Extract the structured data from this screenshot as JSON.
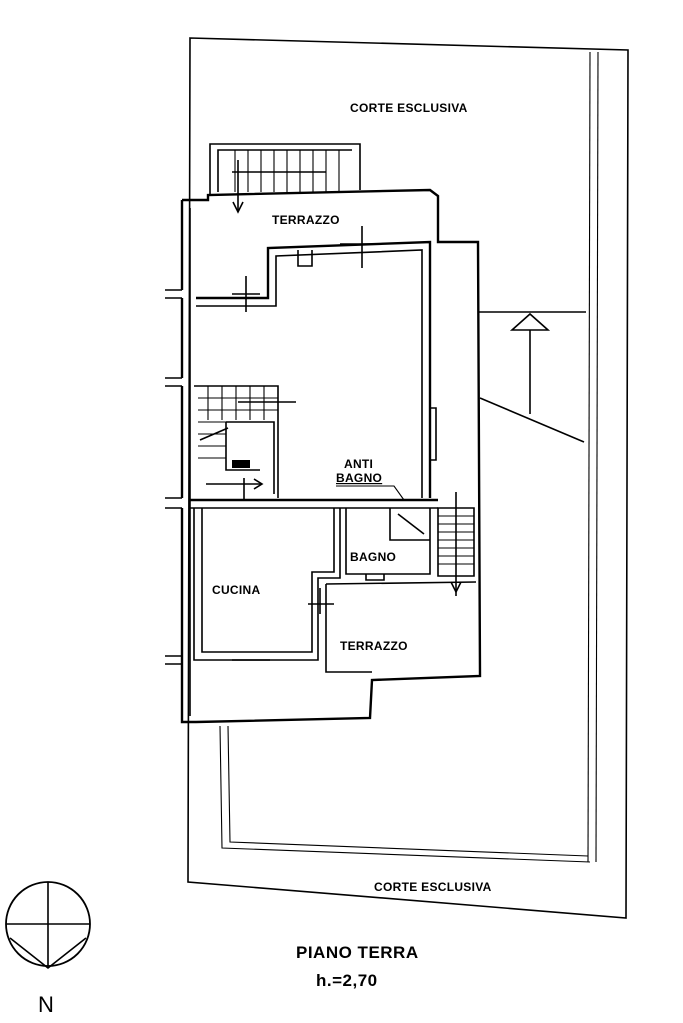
{
  "plan": {
    "labels": {
      "corte_top": "CORTE ESCLUSIVA",
      "corte_bottom": "CORTE ESCLUSIVA",
      "terrazzo_top": "TERRAZZO",
      "terrazzo_bottom": "TERRAZZO",
      "antibagno_line1": "ANTI",
      "antibagno_line2": "BAGNO",
      "bagno": "BAGNO",
      "cucina": "CUCINA"
    },
    "title": "PIANO TERRA",
    "height_note": "h.=2,70",
    "north_label": "N"
  }
}
